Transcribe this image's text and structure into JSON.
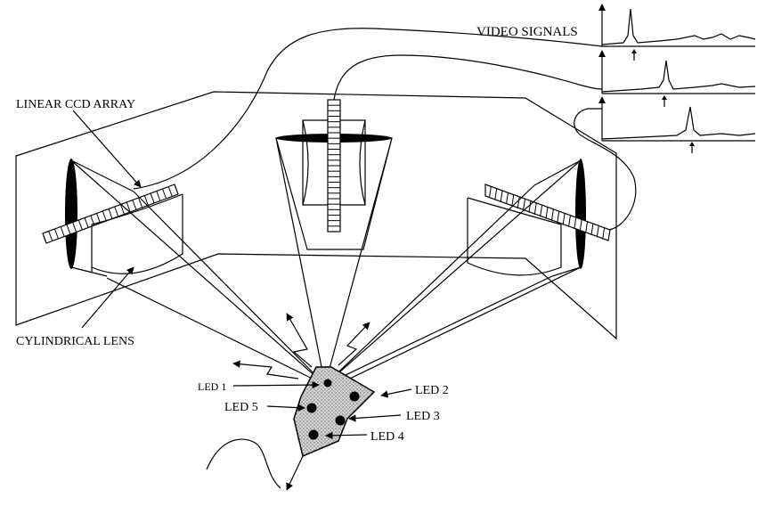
{
  "labels": {
    "video_signals": "VIDEO SIGNALS",
    "linear_ccd_array": "LINEAR CCD ARRAY",
    "cylindrical_lens": "CYLINDRICAL LENS",
    "led1": "LED 1",
    "led2": "LED 2",
    "led3": "LED 3",
    "led4": "LED 4",
    "led5": "LED 5"
  },
  "colors": {
    "ink": "#000000",
    "paper": "#ffffff",
    "target_fill": "#c8c8c8"
  }
}
